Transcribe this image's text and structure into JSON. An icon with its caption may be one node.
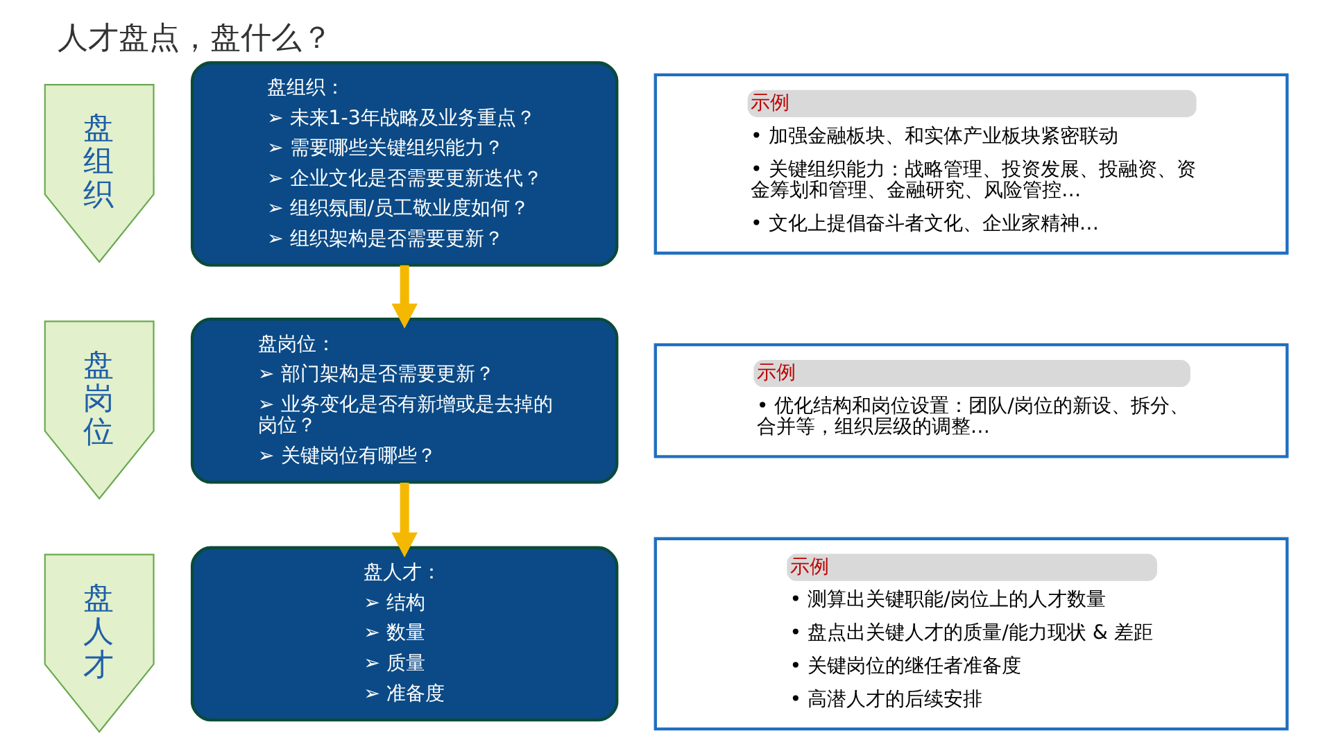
{
  "diagram": {
    "title": "人才盘点，盘什么？",
    "nodes": [
      {
        "text": [
          "盘组织"
        ]
      },
      {
        "text": [
          "盘组织：",
          "➢ 未来1-3年战略及业务重点？",
          "➢ 需要哪些关键组织能力？",
          "➢ 企业文化是否需要更新迭代？",
          "➢ 组织氛围/员工敬业度如何？",
          "➢ 组织架构是否需要更新？"
        ]
      },
      {
        "text": [
          "示例",
          "• 加强金融板块、和实体产业板块紧密联动",
          "• 关键组织能力：战略管理、投资发展、投融资、资金筹划和管理、金融研究、风险管控…",
          "• 文化上提倡奋斗者文化、企业家精神…"
        ]
      },
      {
        "text": [
          "盘岗位"
        ]
      },
      {
        "text": [
          "盘岗位：",
          "➢ 部门架构是否需要更新？",
          "➢ 业务变化是否有新增或是去掉的岗位？",
          "➢ 关键岗位有哪些？"
        ]
      },
      {
        "text": [
          "示例",
          "• 优化结构和岗位设置：团队/岗位的新设、拆分、合并等，组织层级的调整…"
        ]
      },
      {
        "text": [
          "盘人才"
        ]
      },
      {
        "text": [
          "盘人才：",
          "➢ 结构",
          "➢ 数量",
          "➢ 质量",
          "➢ 准备度"
        ]
      },
      {
        "text": [
          "示例",
          "• 测算出关键职能/岗位上的人才数量",
          "• 盘点出关键人才的质量/能力现状 & 差距",
          "• 关键岗位的继任者准备度",
          "• 高潜人才的后续安排"
        ]
      }
    ],
    "edges": [
      {
        "from": 1,
        "to": 4,
        "arrow": "to"
      },
      {
        "from": 4,
        "to": 7,
        "arrow": "to"
      }
    ]
  }
}
